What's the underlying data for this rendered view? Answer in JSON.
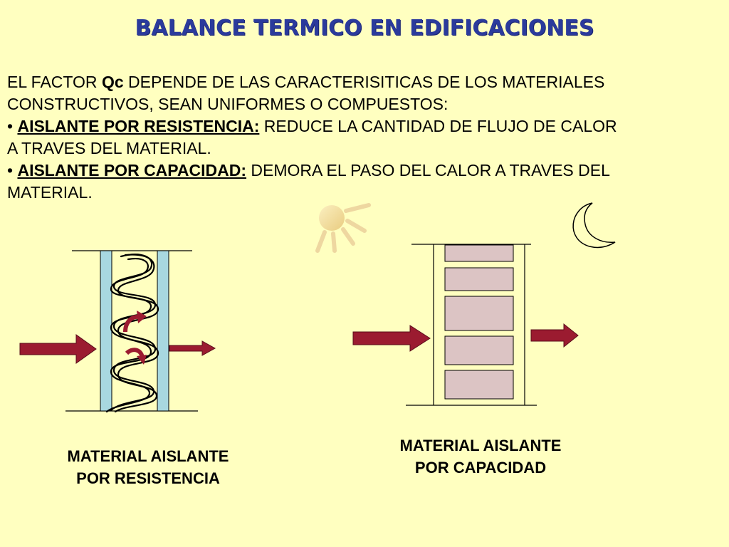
{
  "title": "BALANCE TERMICO EN EDIFICACIONES",
  "paragraph": {
    "intro_prefix": "EL FACTOR ",
    "intro_bold": "Qc",
    "intro_rest_line1": " DEPENDE DE LAS CARACTERISITICAS DE LOS MATERIALES",
    "intro_line2": "CONSTRUCTIVOS, SEAN UNIFORMES O COMPUESTOS:",
    "bullet": "•",
    "item1_term": "AISLANTE POR RESISTENCIA:",
    "item1_rest_line1": " REDUCE LA CANTIDAD DE FLUJO DE CALOR",
    "item1_line2": "A TRAVES DEL MATERIAL.",
    "item2_term": "AISLANTE POR CAPACIDAD:",
    "item2_rest_line1": " DEMORA EL PASO DEL CALOR A TRAVES DEL",
    "item2_line2": "MATERIAL."
  },
  "labels": {
    "resistance_line1": "MATERIAL AISLANTE",
    "resistance_line2": "POR RESISTENCIA",
    "capacity_line1": "MATERIAL AISLANTE",
    "capacity_line2": "POR CAPACIDAD"
  },
  "icons": {
    "sun": "sun-icon",
    "moon": "moon-icon"
  },
  "colors": {
    "background": "#FFFFC0",
    "title": "#2B3A9C",
    "arrow": "#9B1B30",
    "glass": "#A8D8E0",
    "brick": "#DCC4C4",
    "sun": "#F2D890"
  }
}
